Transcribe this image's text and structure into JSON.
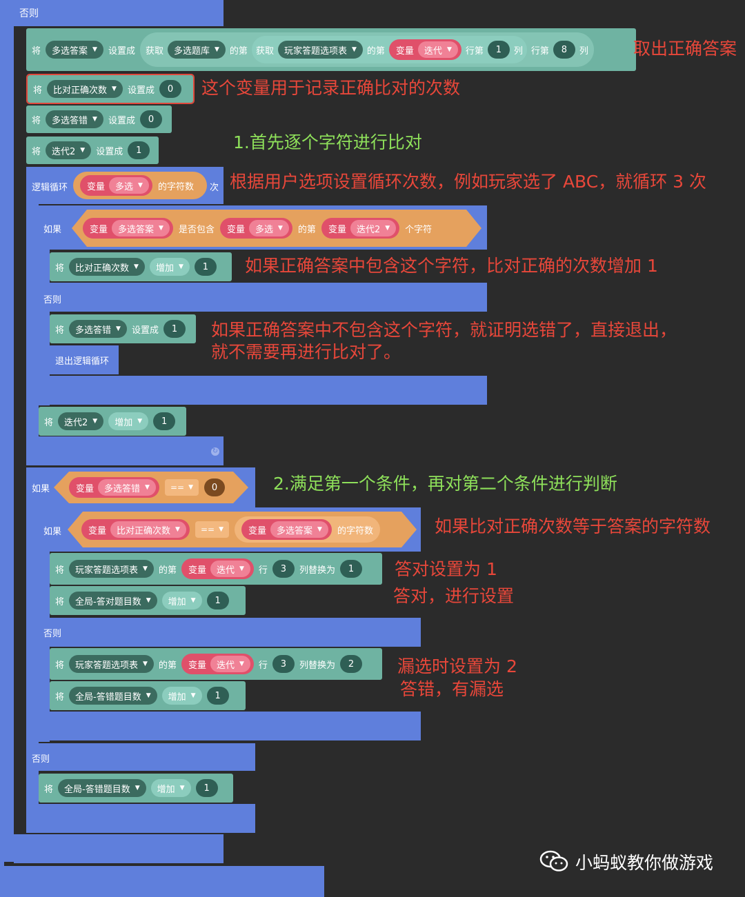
{
  "kw": {
    "set": "将",
    "set_to": "设置成",
    "get": "获取",
    "of_nth": "的第",
    "row_nth": "行第",
    "col": "列",
    "row_short": "行",
    "variable": "变量",
    "increase": "增加",
    "else": "否则",
    "if": "如果",
    "loop": "逻辑循环",
    "char_count": "的字符数",
    "times": "次",
    "contains": "是否包含",
    "nth_char": "个字符",
    "replace_col": "列替换为",
    "exit_loop": "退出逻辑循环",
    "eq": "=="
  },
  "blocks": {
    "b1": {
      "var": "多选答案",
      "source": "多选题库",
      "table": "玩家答题选项表",
      "var2": "迭代",
      "row": "1",
      "col": "8"
    },
    "b2": {
      "var": "比对正确次数",
      "value": "0"
    },
    "b3": {
      "var": "多选答错",
      "value": "0"
    },
    "b4": {
      "var": "迭代2",
      "value": "1"
    },
    "loop": {
      "var": "多选"
    },
    "if1": {
      "a": "多选答案",
      "b": "多选",
      "c": "迭代2"
    },
    "inc1": {
      "var": "比对正确次数",
      "value": "1"
    },
    "set_wrong": {
      "var": "多选答错",
      "value": "1"
    },
    "inc_iter": {
      "var": "迭代2",
      "value": "1"
    },
    "if2": {
      "var": "多选答错",
      "value": "0"
    },
    "if3": {
      "var": "比对正确次数",
      "var2": "多选答案"
    },
    "rep1": {
      "table": "玩家答题选项表",
      "var": "迭代",
      "row": "3",
      "value": "1"
    },
    "inc_right": {
      "var": "全局-答对题目数",
      "value": "1"
    },
    "rep2": {
      "table": "玩家答题选项表",
      "var": "迭代",
      "row": "3",
      "value": "2"
    },
    "inc_wrong": {
      "var": "全局-答错题目数",
      "value": "1"
    },
    "inc_wrong2": {
      "var": "全局-答错题目数",
      "value": "1"
    }
  },
  "annotations": {
    "a1": "取出正确答案",
    "a2": "这个变量用于记录正确比对的次数",
    "a3": "1.首先逐个字符进行比对",
    "a4": "根据用户选项设置循环次数，例如玩家选了 ABC，就循环 3 次",
    "a5": "如果正确答案中包含这个字符，比对正确的次数增加 1",
    "a6a": "如果正确答案中不包含这个字符，就证明选错了，直接退出，",
    "a6b": "就不需要再进行比对了。",
    "a7": "2.满足第一个条件，再对第二个条件进行判断",
    "a8": "如果比对正确次数等于答案的字符数",
    "a9a": "答对设置为 1",
    "a9b": "答对，进行设置",
    "a10a": "漏选时设置为 2",
    "a10b": "答错，有漏选"
  },
  "watermark": "小蚂蚁教你做游戏",
  "colors": {
    "container": "#5f7fdc",
    "setblock": "#6fb3a2",
    "string": "#e5a15e",
    "variable": "#e0506a",
    "annotation_red": "#e8473a",
    "annotation_green": "#8ee05a"
  }
}
